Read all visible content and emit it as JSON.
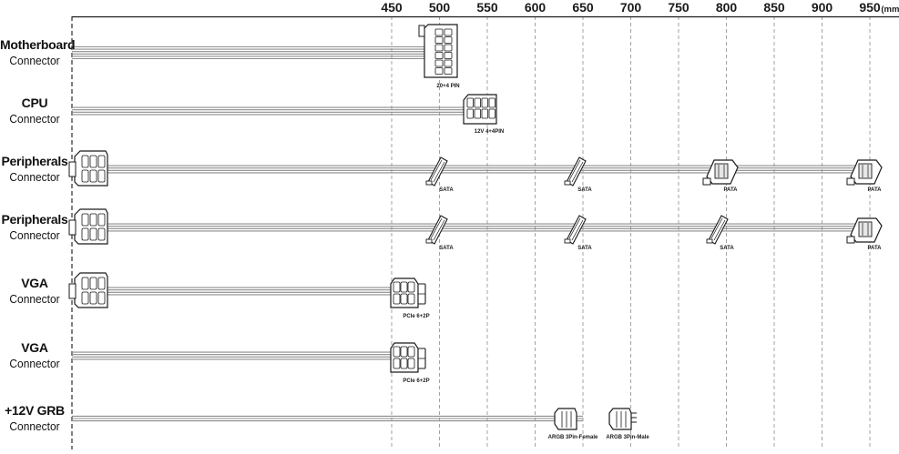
{
  "scale": {
    "ticks": [
      450,
      500,
      550,
      600,
      650,
      700,
      750,
      800,
      850,
      900,
      950
    ],
    "unit": "(mm)"
  },
  "rows": [
    {
      "id": "motherboard",
      "label_line1": "Motherboard",
      "label_line2": "Connector",
      "wires": 6,
      "cable_end_mm": 500,
      "psu_end": false,
      "connectors": [
        {
          "type": "atx-24",
          "label": "20+4 PIN"
        }
      ]
    },
    {
      "id": "cpu",
      "label_line1": "CPU",
      "label_line2": "Connector",
      "wires": 4,
      "cable_end_mm": 550,
      "psu_end": false,
      "connectors": [
        {
          "type": "eps-8",
          "label": "12V 4+4PIN"
        }
      ]
    },
    {
      "id": "peripherals-1",
      "label_line1": "Peripherals",
      "label_line2": "Connector",
      "wires": 4,
      "cable_end_mm": 950,
      "psu_end": true,
      "connectors": [
        {
          "type": "sata",
          "label": "SATA"
        },
        {
          "type": "sata",
          "label": "SATA"
        },
        {
          "type": "pata",
          "label": "PATA"
        },
        {
          "type": "pata",
          "label": "PATA"
        }
      ]
    },
    {
      "id": "peripherals-2",
      "label_line1": "Peripherals",
      "label_line2": "Connector",
      "wires": 4,
      "cable_end_mm": 950,
      "psu_end": true,
      "connectors": [
        {
          "type": "sata",
          "label": "SATA"
        },
        {
          "type": "sata",
          "label": "SATA"
        },
        {
          "type": "sata",
          "label": "SATA"
        },
        {
          "type": "pata",
          "label": "PATA"
        }
      ]
    },
    {
      "id": "vga-1",
      "label_line1": "VGA",
      "label_line2": "Connector",
      "wires": 4,
      "cable_end_mm": 450,
      "psu_end": true,
      "connectors": [
        {
          "type": "pcie",
          "label": "PCIe 6+2P"
        }
      ]
    },
    {
      "id": "vga-2",
      "label_line1": "VGA",
      "label_line2": "Connector",
      "wires": 4,
      "cable_end_mm": 450,
      "psu_end": false,
      "connectors": [
        {
          "type": "pcie",
          "label": "PCIe 6+2P"
        }
      ]
    },
    {
      "id": "argb",
      "label_line1": "+12V GRB",
      "label_line2": "Connector",
      "wires": 3,
      "cable_end_mm": 650,
      "psu_end": false,
      "connectors": [
        {
          "type": "argb-f",
          "label": "ARGB 3Pin-Female"
        },
        {
          "type": "argb-m",
          "label": "ARGB 3Pin-Male"
        }
      ]
    }
  ],
  "colors": {
    "ink": "#1a1a1a",
    "wire": "#8c8c8c",
    "dash": "#9a9a9a",
    "fill": "#ffffff",
    "shade": "#e6e6e6"
  }
}
